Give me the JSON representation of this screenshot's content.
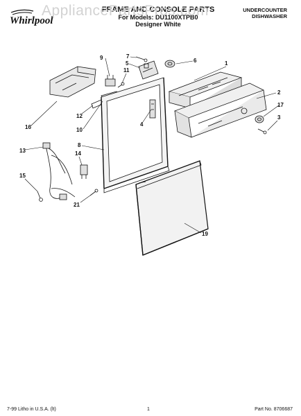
{
  "header": {
    "brand": "Whirlpool",
    "watermark": "AppliancePartsPros.com",
    "title": "FRAME AND CONSOLE PARTS",
    "for_models": "For Models: DU1100XTPB0",
    "color": "Designer White",
    "category_line1": "UNDERCOUNTER",
    "category_line2": "DISHWASHER"
  },
  "callouts": [
    "1",
    "2",
    "3",
    "4",
    "5",
    "6",
    "7",
    "8",
    "9",
    "10",
    "11",
    "12",
    "13",
    "14",
    "15",
    "16",
    "17",
    "19",
    "21"
  ],
  "footer": {
    "left": "7-99 Litho in U.S.A. (lt)",
    "page": "1",
    "part_no": "Part No. 8706687"
  }
}
